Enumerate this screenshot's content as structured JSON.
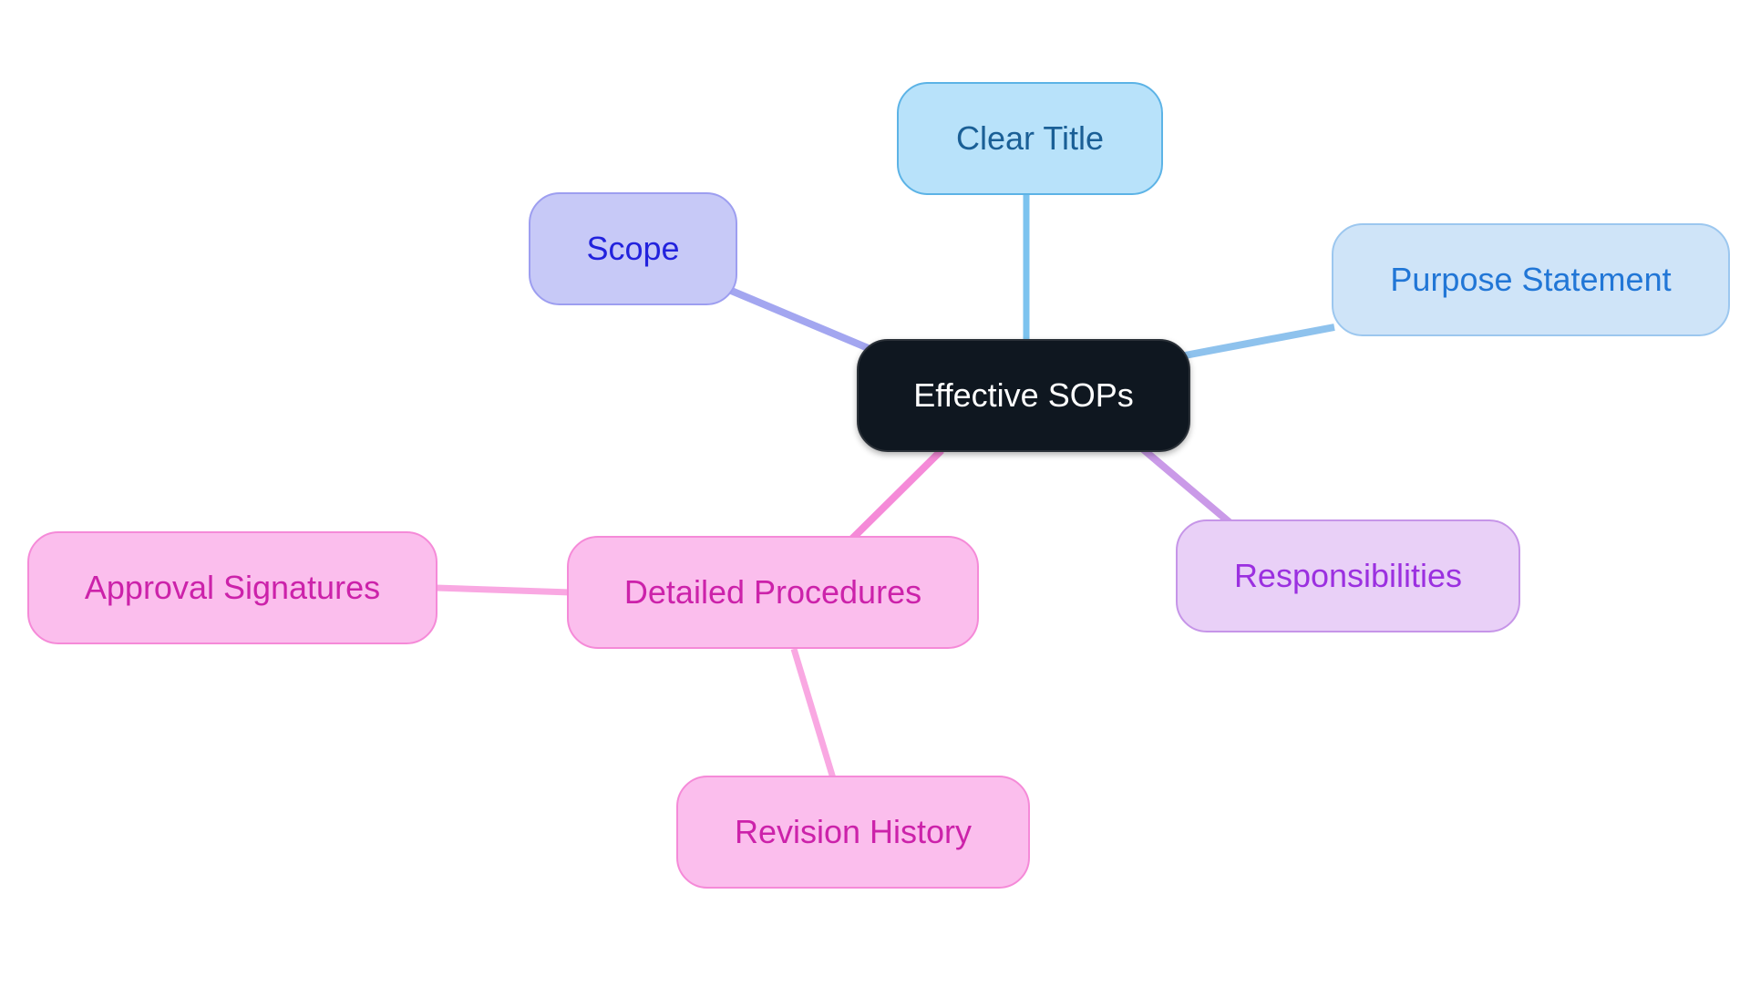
{
  "diagram": {
    "type": "mindmap",
    "background_color": "#ffffff",
    "root": {
      "id": "effective-sops",
      "label": "Effective SOPs",
      "fill": "#0f1720",
      "border": "#2b3138",
      "text_color": "#ffffff"
    },
    "nodes": [
      {
        "id": "clear-title",
        "label": "Clear Title",
        "fill": "#b8e2fa",
        "border": "#5cb3e6",
        "text_color": "#1a5f96",
        "parent": "effective-sops"
      },
      {
        "id": "scope",
        "label": "Scope",
        "fill": "#c7c9f7",
        "border": "#9d9ef0",
        "text_color": "#2222dd",
        "parent": "effective-sops"
      },
      {
        "id": "purpose-statement",
        "label": "Purpose Statement",
        "fill": "#cfe4f8",
        "border": "#9cc7ef",
        "text_color": "#2176d6",
        "parent": "effective-sops"
      },
      {
        "id": "responsibilities",
        "label": "Responsibilities",
        "fill": "#e9d0f7",
        "border": "#c695e8",
        "text_color": "#9b30e0",
        "parent": "effective-sops"
      },
      {
        "id": "detailed-procedures",
        "label": "Detailed Procedures",
        "fill": "#fbbeed",
        "border": "#f58ad8",
        "text_color": "#cc22aa",
        "parent": "effective-sops"
      },
      {
        "id": "approval-signatures",
        "label": "Approval Signatures",
        "fill": "#fbbeed",
        "border": "#f58ad8",
        "text_color": "#cc22aa",
        "parent": "detailed-procedures"
      },
      {
        "id": "revision-history",
        "label": "Revision History",
        "fill": "#fbbeed",
        "border": "#f58ad8",
        "text_color": "#cc22aa",
        "parent": "detailed-procedures"
      }
    ],
    "edges": [
      {
        "from": "clear-title",
        "to": "effective-sops",
        "color": "#7cc3ef"
      },
      {
        "from": "scope",
        "to": "effective-sops",
        "color": "#a3a6f0"
      },
      {
        "from": "purpose-statement",
        "to": "effective-sops",
        "color": "#8ec2ed"
      },
      {
        "from": "responsibilities",
        "to": "effective-sops",
        "color": "#ca9ae8"
      },
      {
        "from": "detailed-procedures",
        "to": "effective-sops",
        "color": "#f58ad8"
      },
      {
        "from": "approval-signatures",
        "to": "detailed-procedures",
        "color": "#f9a8e2"
      },
      {
        "from": "revision-history",
        "to": "detailed-procedures",
        "color": "#f9a8e2"
      }
    ]
  }
}
